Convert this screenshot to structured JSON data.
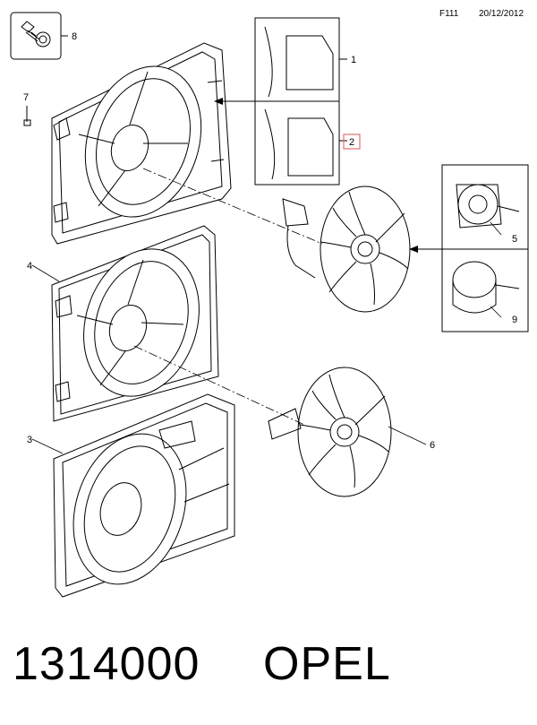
{
  "header": {
    "code": "F111",
    "date": "20/12/2012"
  },
  "callouts": {
    "c1": "1",
    "c2": "2",
    "c3": "3",
    "c4": "4",
    "c5": "5",
    "c6": "6",
    "c7": "7",
    "c8": "8",
    "c9": "9"
  },
  "highlight_color": "#e07070",
  "footer": {
    "part_number": "1314000",
    "brand": "OPEL"
  }
}
